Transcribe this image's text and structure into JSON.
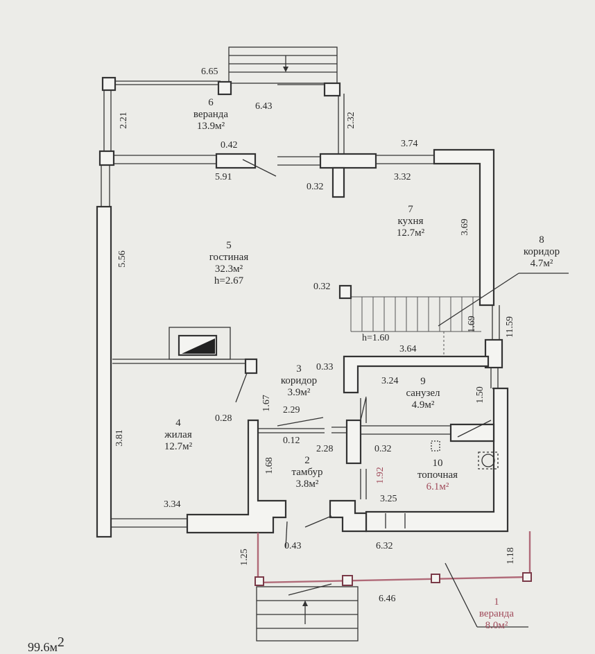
{
  "total_area": "99.6м",
  "total_area_sup": "2",
  "rooms": [
    {
      "num": "6",
      "name": "веранда",
      "area": "13.9м²"
    },
    {
      "num": "7",
      "name": "кухня",
      "area": "12.7м²"
    },
    {
      "num": "8",
      "name": "коридор",
      "area": "4.7м²"
    },
    {
      "num": "5",
      "name": "гостиная",
      "area": "32.3м²",
      "height": "h=2.67"
    },
    {
      "num": "3",
      "name": "коридор",
      "area": "3.9м²"
    },
    {
      "num": "9",
      "name": "санузел",
      "area": "4.9м²"
    },
    {
      "num": "4",
      "name": "жилая",
      "area": "12.7м²"
    },
    {
      "num": "2",
      "name": "тамбур",
      "area": "3.8м²"
    },
    {
      "num": "10",
      "name": "топочная",
      "area": "6.1м²"
    },
    {
      "num": "1",
      "name": "веранда",
      "area": "8.0м²"
    }
  ],
  "stair_height": "h=1.60",
  "dimensions": {
    "d665": "6.65",
    "d643": "6.43",
    "d221": "2.21",
    "d232": "2.32",
    "d042": "0.42",
    "d591": "5.91",
    "d032a": "0.32",
    "d374": "3.74",
    "d332": "3.32",
    "d369": "3.69",
    "d556": "5.56",
    "d032b": "0.32",
    "d169": "1.69",
    "d1159": "11.59",
    "d364": "3.64",
    "d033": "0.33",
    "d324": "3.24",
    "d167": "1.67",
    "d229": "2.29",
    "d150": "1.50",
    "d028": "0.28",
    "d381": "3.81",
    "d012": "0.12",
    "d228": "2.28",
    "d032c": "0.32",
    "d168": "1.68",
    "d192": "1.92",
    "d334": "3.34",
    "d325": "3.25",
    "d043": "0.43",
    "d632": "6.32",
    "d125": "1.25",
    "d118": "1.18",
    "d646": "6.46"
  }
}
